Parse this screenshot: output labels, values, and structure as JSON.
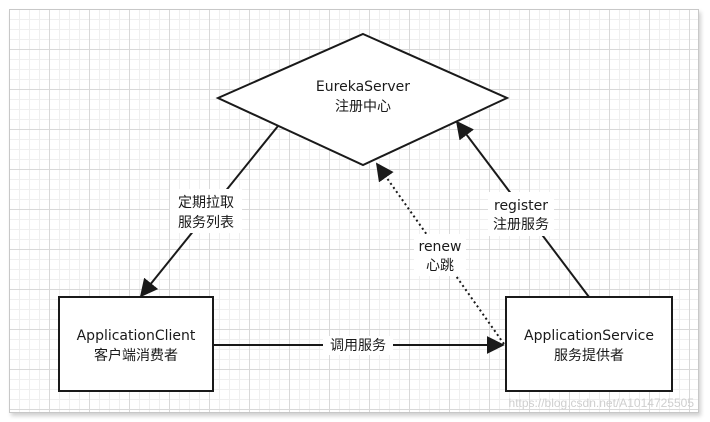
{
  "nodes": {
    "eureka_server": {
      "line1": "EurekaServer",
      "line2": "注册中心"
    },
    "application_client": {
      "line1": "ApplicationClient",
      "line2": "客户端消费者"
    },
    "application_service": {
      "line1": "ApplicationService",
      "line2": "服务提供者"
    }
  },
  "edges": {
    "fetch": {
      "line1": "定期拉取",
      "line2": "服务列表"
    },
    "invoke": {
      "line1": "调用服务"
    },
    "renew": {
      "line1": "renew",
      "line2": "心跳"
    },
    "register": {
      "line1": "register",
      "line2": "注册服务"
    }
  },
  "watermark": "https://blog.csdn.net/A1014725505"
}
